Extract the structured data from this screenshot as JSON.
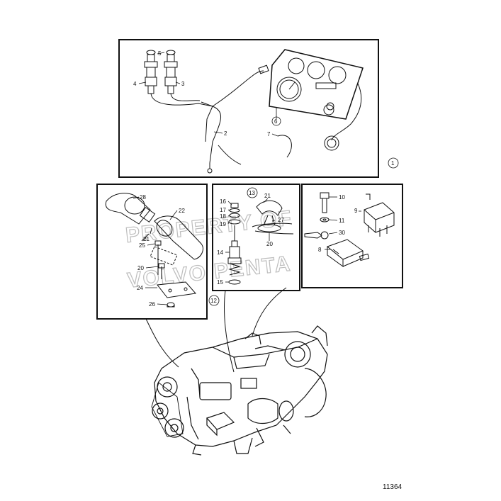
{
  "drawing": {
    "reference_number": "11364",
    "watermark_lines": [
      "PROPERTY OF",
      "VOLVO PENTA"
    ]
  },
  "panels": {
    "top": {
      "group_number": "1",
      "callouts": [
        "5",
        "4",
        "3",
        "2",
        "6",
        "7"
      ]
    },
    "left": {
      "group_number": "12",
      "callouts": [
        "28",
        "22",
        "21",
        "25",
        "20",
        "24",
        "26"
      ]
    },
    "middle": {
      "group_number": "13",
      "callouts": [
        "21",
        "16",
        "17",
        "18",
        "19",
        "27",
        "20",
        "14",
        "15"
      ]
    },
    "right": {
      "callouts": [
        "10",
        "9",
        "11",
        "30",
        "8"
      ]
    }
  }
}
